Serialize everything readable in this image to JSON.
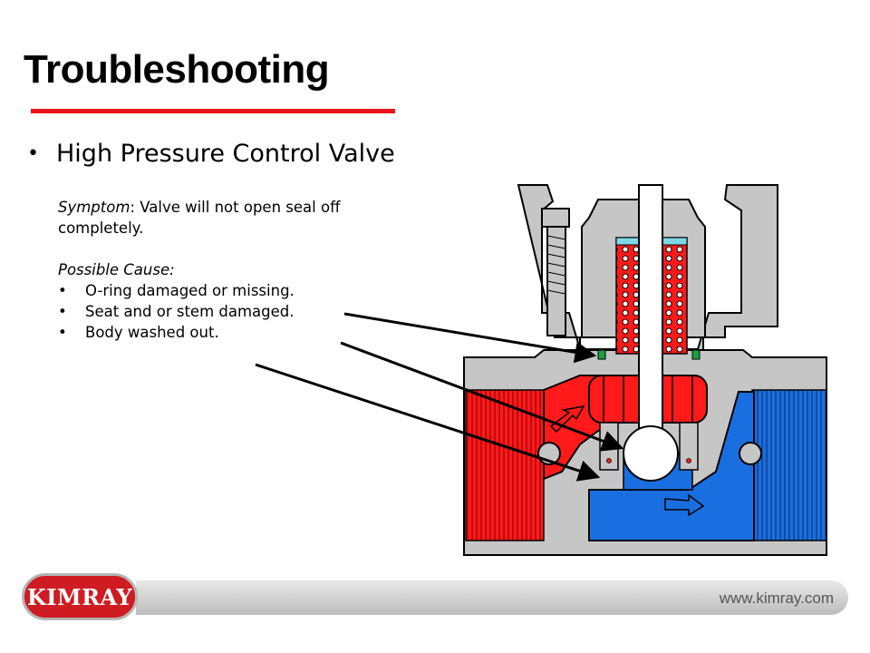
{
  "slide": {
    "title": "Troubleshooting",
    "bullet": "High Pressure Control Valve",
    "symptom_label": "Symptom",
    "symptom_text": ": Valve will not open seal off completely.",
    "cause_label": "Possible Cause:",
    "causes": [
      "O-ring damaged or missing.",
      "Seat and or stem damaged.",
      "Body washed out."
    ]
  },
  "footer": {
    "logo_text": "KIMRAY",
    "url": "www.kimray.com"
  },
  "colors": {
    "accent": "#e8141a",
    "inlet": "#ff1a1a",
    "outlet": "#1a6fe0",
    "body": "#c6c6c6",
    "oring": "#1aa040"
  }
}
